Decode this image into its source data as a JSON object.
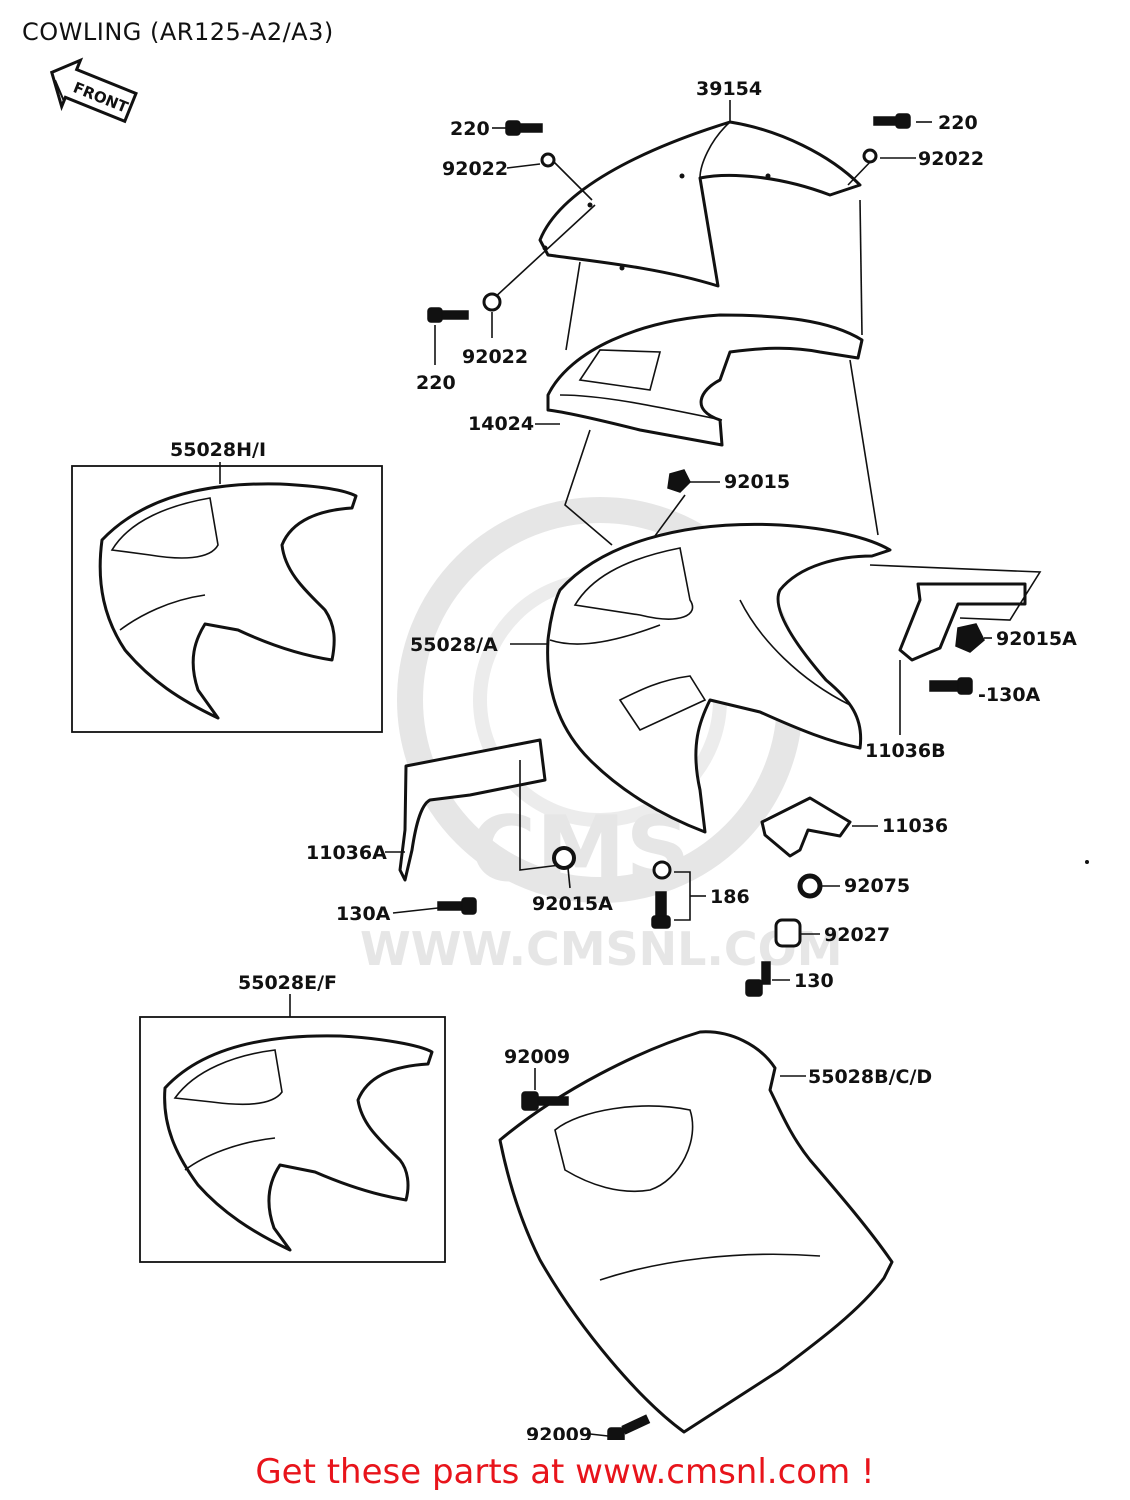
{
  "title": "COWLING (AR125-A2/A3)",
  "footer": "Get these parts at www.cmsnl.com !",
  "front_badge": "FRONT",
  "watermark": "WWW.CMSNL.COM",
  "watermark_logo": "CMS",
  "colors": {
    "footer": "#e8141b",
    "line": "#111111",
    "watermark": "#e6e6e6"
  },
  "labels": {
    "p39154": "39154",
    "p220_left": "220",
    "p92022_left": "92022",
    "p220_right": "220",
    "p92022_right": "92022",
    "p220_lower": "220",
    "p92022_lower": "92022",
    "p14024": "14024",
    "p92015": "92015",
    "p55028HI": "55028H/I",
    "p55028A": "55028/A",
    "p92015A_right": "92015A",
    "p130A_right": "-130A",
    "p11036B": "11036B",
    "p11036": "11036",
    "p11036A": "11036A",
    "p92015A_lower": "92015A",
    "p130A_left": "130A",
    "p186": "186",
    "p92075": "92075",
    "p92027": "92027",
    "p130": "130",
    "p55028EF": "55028E/F",
    "p92009_top": "92009",
    "p55028BCD": "55028B/C/D",
    "p92009_bottom": "92009"
  }
}
